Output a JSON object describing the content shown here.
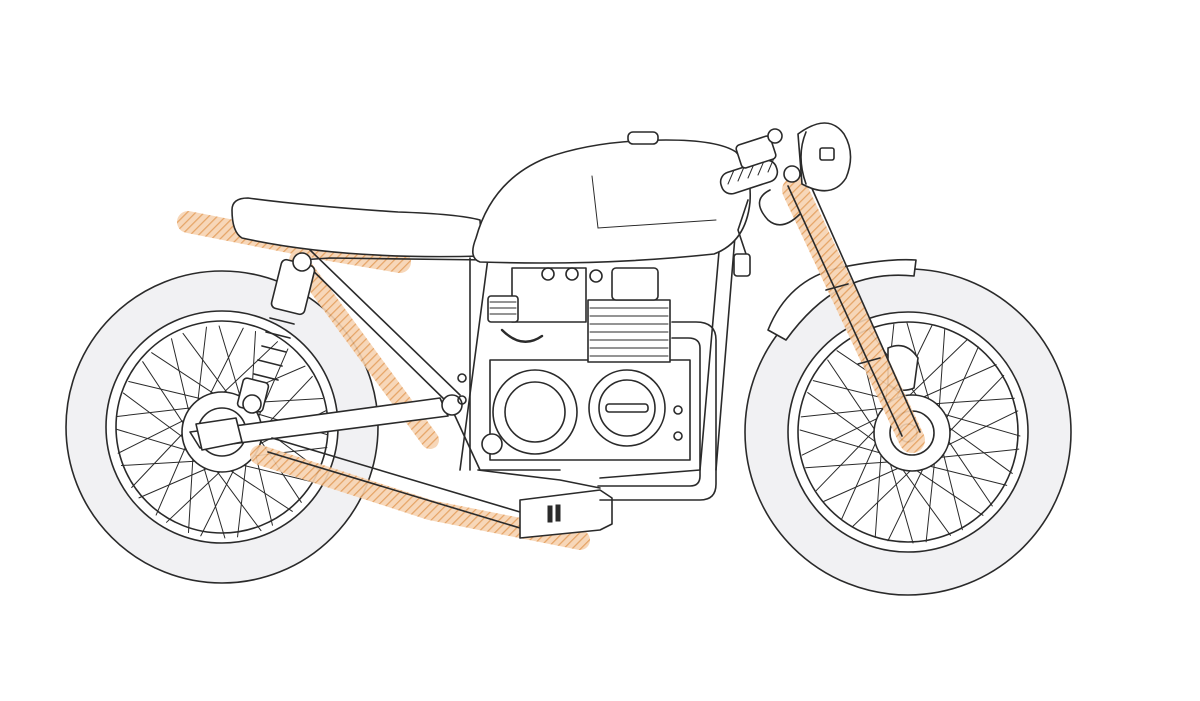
{
  "illustration": {
    "subject": "cafe-racer-motorcycle-line-drawing",
    "colors": {
      "line": "#2a2a2a",
      "background": "#ffffff",
      "tire_fill": "#f1f1f3",
      "highlight": "#e9a86a"
    },
    "highlighted_parts": [
      "subframe",
      "front-fork",
      "exhaust-pipe"
    ]
  }
}
